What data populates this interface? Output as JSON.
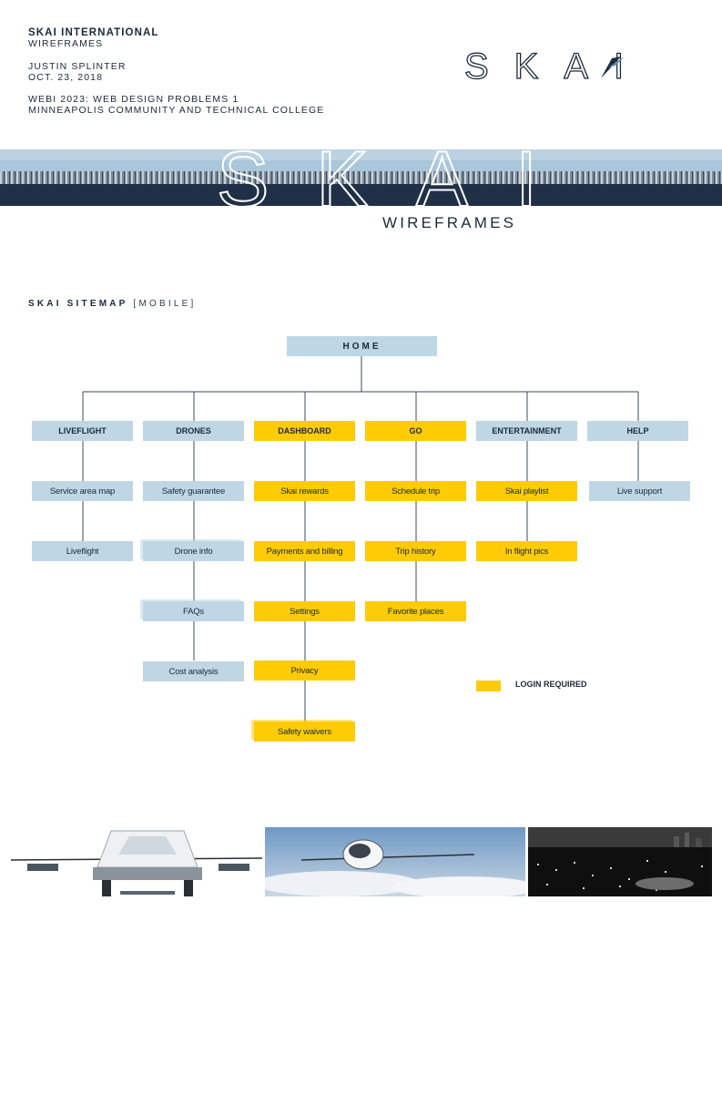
{
  "header": {
    "company": "SKAI INTERNATIONAL",
    "doc_type": "WIREFRAMES",
    "author": "JUSTIN SPLINTER",
    "date": "OCT. 23, 2018",
    "course": "WEBI 2023: WEB DESIGN PROBLEMS 1",
    "school": "MINNEAPOLIS COMMUNITY AND TECHNICAL COLLEGE"
  },
  "logo": {
    "text": "SKAI"
  },
  "banner": {
    "title": "SKAI",
    "subtitle": "WIREFRAMES"
  },
  "sitemap": {
    "title": "SKAI SITEMAP",
    "subtitle": "[MOBILE]",
    "root": "HOME",
    "columns": [
      {
        "label": "LIVEFLIGHT",
        "color": "blue",
        "children": [
          {
            "label": "Service area map",
            "color": "blue"
          },
          {
            "label": "Liveflight",
            "color": "blue"
          }
        ]
      },
      {
        "label": "DRONES",
        "color": "blue",
        "children": [
          {
            "label": "Safety guarantee",
            "color": "blue"
          },
          {
            "label": "Drone info",
            "color": "blue"
          },
          {
            "label": "FAQs",
            "color": "blue"
          },
          {
            "label": "Cost analysis",
            "color": "blue"
          }
        ]
      },
      {
        "label": "DASHBOARD",
        "color": "yellow",
        "children": [
          {
            "label": "Skai rewards",
            "color": "yellow"
          },
          {
            "label": "Payments and billing",
            "color": "yellow"
          },
          {
            "label": "Settings",
            "color": "yellow"
          },
          {
            "label": "Privacy",
            "color": "yellow"
          },
          {
            "label": "Safety waivers",
            "color": "yellow"
          }
        ]
      },
      {
        "label": "GO",
        "color": "yellow",
        "children": [
          {
            "label": "Schedule trip",
            "color": "yellow"
          },
          {
            "label": "Trip history",
            "color": "yellow"
          },
          {
            "label": "Favorite places",
            "color": "yellow"
          }
        ]
      },
      {
        "label": "ENTERTAINMENT",
        "color": "blue",
        "children": [
          {
            "label": "Skai playlist",
            "color": "yellow"
          },
          {
            "label": "In flight pics",
            "color": "yellow"
          }
        ]
      },
      {
        "label": "HELP",
        "color": "blue",
        "children": [
          {
            "label": "Live support",
            "color": "blue"
          }
        ]
      }
    ],
    "legend": {
      "label": "LOGIN REQUIRED",
      "color": "#ffcb05"
    }
  },
  "colors": {
    "blue": "#bfd6e4",
    "yellow": "#ffcb05",
    "navy": "#1b2a3a"
  }
}
